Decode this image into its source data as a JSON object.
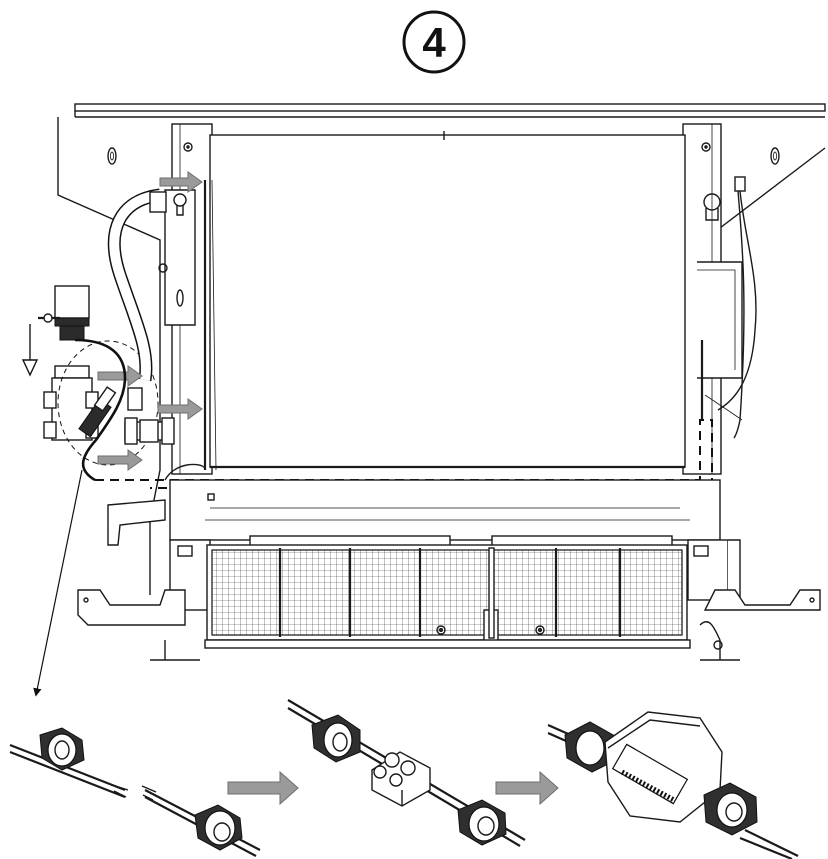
{
  "step": {
    "number": "4"
  },
  "colors": {
    "line": "#1a1a1a",
    "arrow_fill": "#9a9a9a",
    "background": "#ffffff"
  },
  "parts": {
    "unit": "fan-coil-unit",
    "pump": "condensate-pump",
    "valve": "valve-body",
    "fittings": "pipe-union",
    "grille": "intake-grille"
  },
  "sequence": [
    "cable-gland-separate",
    "terminal-block-connection",
    "junction-box-closed"
  ]
}
